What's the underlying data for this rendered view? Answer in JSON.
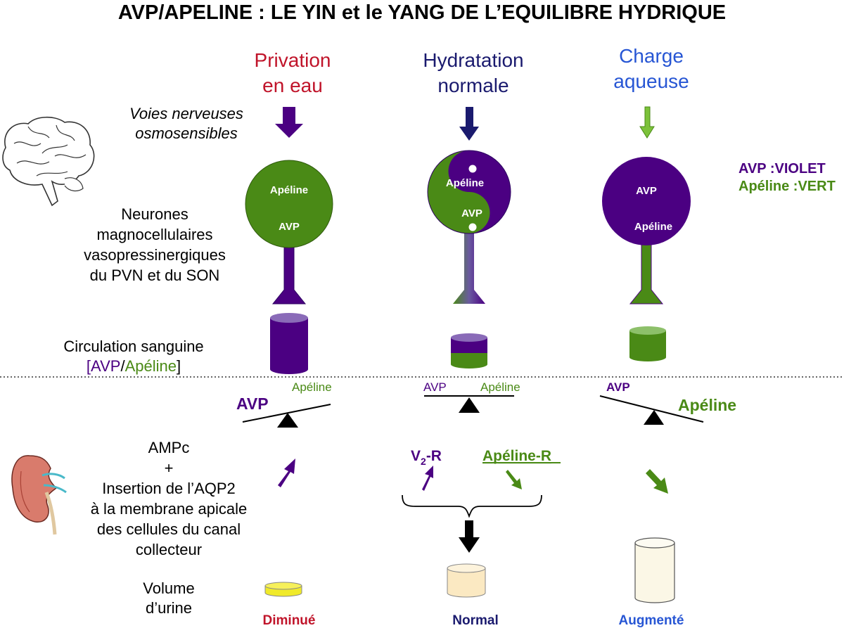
{
  "title": "AVP/APELINE : LE  YIN et le YANG DE L’EQUILIBRE HYDRIQUE",
  "colors": {
    "avp": "#4b0082",
    "apeline": "#4a8a16",
    "red": "#c0142a",
    "navy": "#1a1a6e",
    "blue": "#2756d4",
    "urine_yellow": "#f0ea2a",
    "urine_light": "#fbe9c2",
    "urine_pale": "#fbf7e6"
  },
  "conditions": [
    {
      "line1": "Privation",
      "line2": "en eau",
      "color": "#c0142a"
    },
    {
      "line1": "Hydratation",
      "line2": "normale",
      "color": "#1a1a6e"
    },
    {
      "line1": "Charge",
      "line2": "aqueuse",
      "color": "#2756d4"
    }
  ],
  "left_labels": {
    "voies_1": "Voies nerveuses",
    "voies_2": "osmosensibles",
    "neurones_1": "Neurones",
    "neurones_2": "magnocellulaires",
    "neurones_3": "vasopressinergiques",
    "neurones_4": "du PVN et du SON",
    "circulation": "Circulation sanguine",
    "conc_open": "[",
    "conc_avp": "AVP",
    "conc_slash": "/",
    "conc_apeline": "Apéline",
    "conc_close": "]",
    "ampc_1": "AMPc",
    "ampc_2": "+",
    "ampc_3": "Insertion de l’AQP2",
    "ampc_4": "à la membrane apicale",
    "ampc_5": "des cellules du canal",
    "ampc_6": "collecteur",
    "volume_1": "Volume",
    "volume_2": "d’urine"
  },
  "legend": {
    "avp": "AVP :VIOLET",
    "apeline": "Apéline :VERT"
  },
  "neurons": [
    {
      "top_label": "Apéline",
      "bottom_label": "AVP"
    },
    {
      "top_label": "Apéline",
      "bottom_label": "AVP"
    },
    {
      "top_label": "AVP",
      "bottom_label": "Apéline"
    }
  ],
  "balances": [
    {
      "left": "AVP",
      "right": "Apéline"
    },
    {
      "left": "AVP",
      "right": "Apéline"
    },
    {
      "left": "AVP",
      "right": "Apéline"
    }
  ],
  "receptors": {
    "v2r_main": "V",
    "v2r_sub": "2",
    "v2r_suffix": "-R",
    "apeline_r": "Apéline-R"
  },
  "outcomes": [
    {
      "label": "Diminué",
      "color": "#c0142a"
    },
    {
      "label": "Normal",
      "color": "#1a1a6e"
    },
    {
      "label": "Augmenté",
      "color": "#2756d4"
    }
  ]
}
